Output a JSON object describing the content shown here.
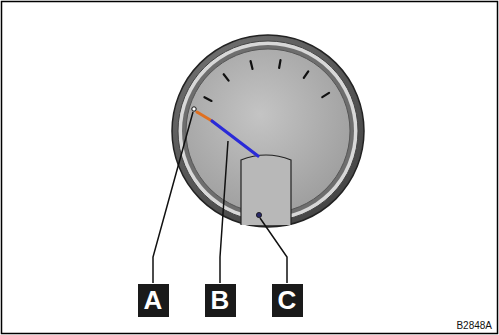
{
  "diagram": {
    "labels": [
      "A",
      "B",
      "C",
      "B2848A"
    ]
  }
}
